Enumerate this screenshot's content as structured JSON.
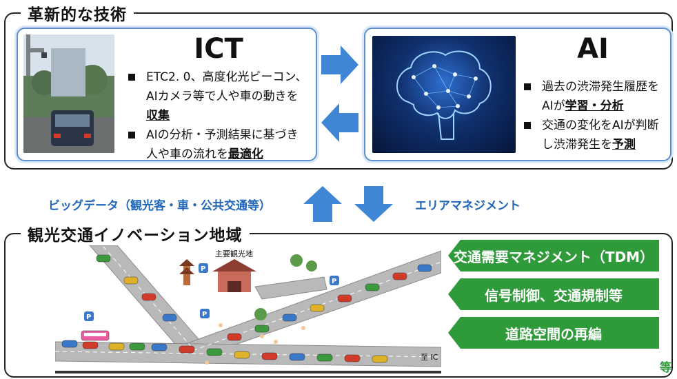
{
  "top_section": {
    "title": "革新的な技術",
    "ict": {
      "title": "ICT",
      "bullet1_pre": "ETC2. 0、高度化光ビーコン、AIカメラ等で人や車の動きを",
      "bullet1_em": "収集",
      "bullet2_pre": "AIの分析・予測結果に基づき人や車の流れを",
      "bullet2_em": "最適化"
    },
    "ai": {
      "title": "AI",
      "bullet1_pre": "過去の渋滞発生履歴をAIが",
      "bullet1_em": "学習・分析",
      "bullet2_pre": "交通の変化をAIが判断し渋滞発生を",
      "bullet2_em": "予測"
    }
  },
  "middle": {
    "left_label": "ビッグデータ（観光客・車・公共交通等）",
    "right_label": "エリアマネジメント"
  },
  "bottom_section": {
    "title": "観光交通イノベーション地域",
    "map": {
      "main_site_label": "主要観光地",
      "parking_label": "P",
      "ic_label": "至 IC"
    },
    "measures": [
      "交通需要マネジメント（TDM）",
      "信号制御、交通規制等",
      "道路空間の再編"
    ],
    "etc_label": "等"
  },
  "colors": {
    "accent_blue": "#3f86d6",
    "panel_border": "#5b8fd0",
    "measure_green": "#2f9a3a"
  }
}
